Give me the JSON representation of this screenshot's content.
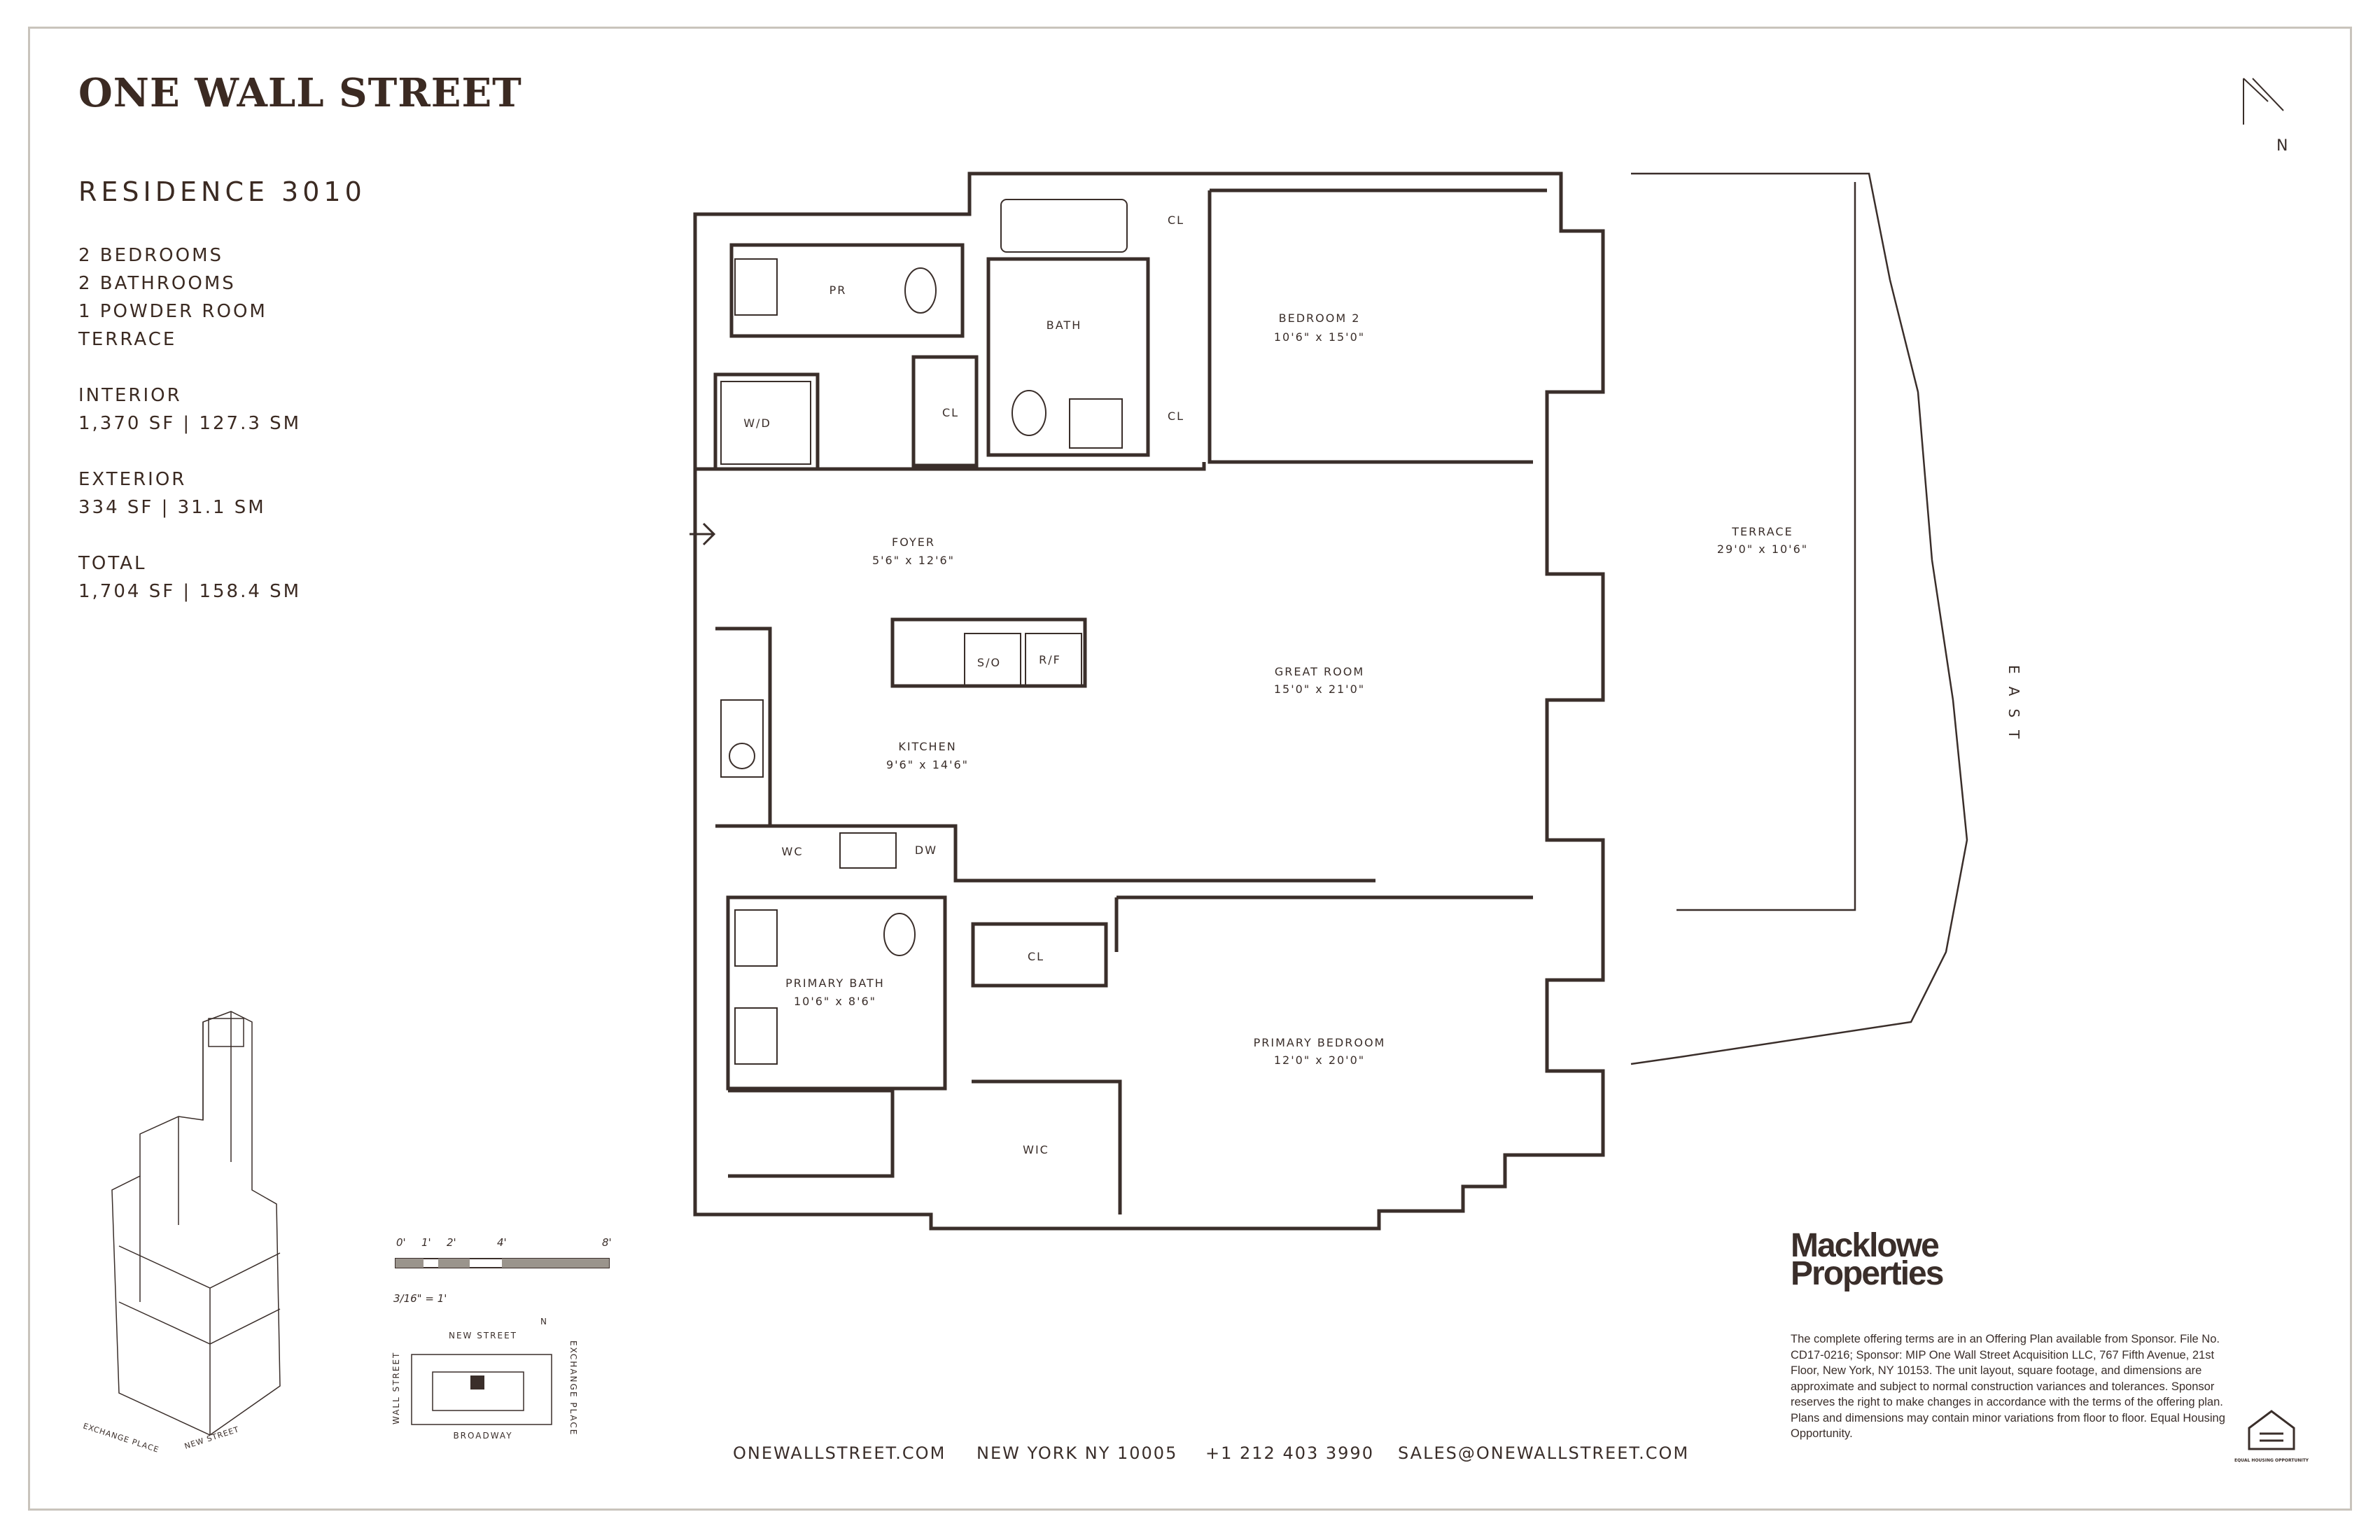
{
  "brand": "ONE WALL STREET",
  "residence": "RESIDENCE 3010",
  "summary": [
    "2 BEDROOMS",
    "2 BATHROOMS",
    "1 POWDER ROOM",
    "TERRACE"
  ],
  "interior": {
    "label": "INTERIOR",
    "value": "1,370 SF | 127.3 SM"
  },
  "exterior": {
    "label": "EXTERIOR",
    "value": "334 SF | 31.1 SM"
  },
  "total": {
    "label": "TOTAL",
    "value": "1,704 SF | 158.4 SM"
  },
  "compass": "N",
  "orientation_label": "EAST",
  "rooms": {
    "pr": "PR",
    "bath": "BATH",
    "cl_top": "CL",
    "bedroom2": "BEDROOM 2",
    "bedroom2_dim": "10'6\" x 15'0\"",
    "wd": "W/D",
    "cl_mid": "CL",
    "cl_bed2": "CL",
    "foyer": "FOYER",
    "foyer_dim": "5'6\" x 12'6\"",
    "so": "S/O",
    "rf": "R/F",
    "great_room": "GREAT ROOM",
    "great_room_dim": "15'0\" x 21'0\"",
    "kitchen": "KITCHEN",
    "kitchen_dim": "9'6\" x 14'6\"",
    "wc": "WC",
    "dw": "DW",
    "terrace": "TERRACE",
    "terrace_dim": "29'0\" x 10'6\"",
    "primary_bath": "PRIMARY BATH",
    "primary_bath_dim": "10'6\" x 8'6\"",
    "cl_primary": "CL",
    "primary_bedroom": "PRIMARY BEDROOM",
    "primary_bedroom_dim": "12'0\" x 20'0\"",
    "wic": "WIC"
  },
  "scale": {
    "ticks": [
      "0'",
      "1'",
      "2'",
      "4'",
      "8'"
    ],
    "ratio": "3/16\" = 1'"
  },
  "key_plan": {
    "north": "N",
    "top": "NEW STREET",
    "bottom": "BROADWAY",
    "left": "WALL STREET",
    "right": "EXCHANGE PLACE"
  },
  "building_labels": {
    "left": "EXCHANGE PLACE",
    "right": "NEW STREET"
  },
  "footer": {
    "website": "ONEWALLSTREET.COM",
    "city": "NEW YORK NY 10005",
    "phone": "+1 212 403 3990",
    "email": "SALES@ONEWALLSTREET.COM"
  },
  "developer_logo": [
    "Macklowe",
    "Properties"
  ],
  "disclaimer": "The complete offering terms are in an Offering Plan available from Sponsor. File No. CD17-0216; Sponsor: MIP One Wall Street Acquisition LLC, 767 Fifth Avenue, 21st Floor, New York, NY 10153. The unit layout, square footage, and dimensions are approximate and subject to normal construction variances and tolerances. Sponsor reserves the right to make changes in accordance with the terms of the offering plan. Plans and dimensions may contain minor variations from floor to floor. Equal Housing Opportunity.",
  "ehs_logo": "EQUAL HOUSING OPPORTUNITY",
  "colors": {
    "ink": "#3a2e2a",
    "frame": "#c9c4bc"
  }
}
